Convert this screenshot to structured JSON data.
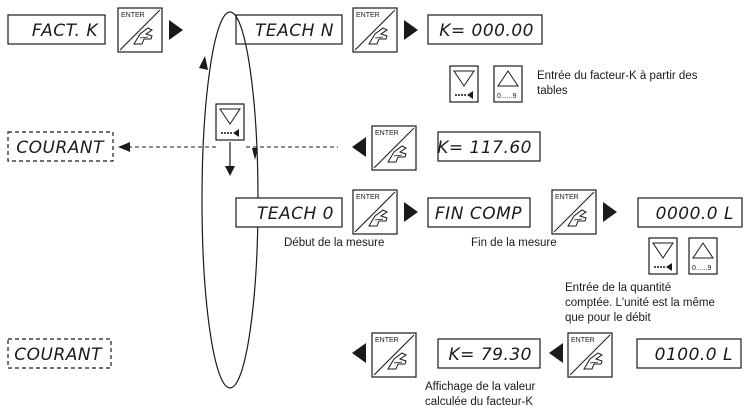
{
  "displays": {
    "fact_k": "FACT. K",
    "teach_n": "TEACH  N",
    "k_zero": "K= 000.00",
    "courant_1": "COURANT",
    "k_117": "K= 117.60",
    "teach_0": "TEACH  0",
    "fin_comp": "FIN COMP",
    "qty_0000": "0000.0 L",
    "courant_2": "COURANT",
    "k_79": "K= 79.30",
    "qty_0100": "0100.0 L"
  },
  "keys": {
    "enter_label": "ENTER",
    "range_label": "0......9"
  },
  "captions": {
    "kfactor_entry": [
      "Entrée du facteur-K à partir des",
      "tables"
    ],
    "measure_start": "Début de la mesure",
    "measure_end": "Fin de la mesure",
    "quantity_entry": [
      "Entrée de la quantité",
      "comptée. L'unité est la même",
      "que pour le débit"
    ],
    "kfactor_display": [
      "Affichage de la valeur",
      "calculée du facteur-K"
    ]
  }
}
